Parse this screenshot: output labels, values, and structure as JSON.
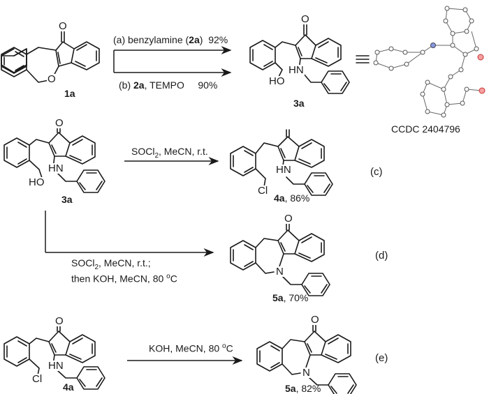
{
  "scheme": {
    "compounds": {
      "c1a": {
        "label": "1a"
      },
      "c3a_top": {
        "label": "3a"
      },
      "c3a_mid": {
        "label": "3a"
      },
      "c4a_c": {
        "label": "4a",
        "yield": ", 86%"
      },
      "c5a_d": {
        "label": "5a",
        "yield": ", 70%"
      },
      "c4a_e": {
        "label": "4a"
      },
      "c5a_e": {
        "label": "5a",
        "yield": ", 82%"
      }
    },
    "atoms": {
      "O": "O",
      "HN": "HN",
      "HO": "HO",
      "Cl": "Cl",
      "N": "N"
    },
    "reaction_a": {
      "prefix": "(a) benzylamine (",
      "reagent": "2a",
      "suffix": ")",
      "yield": "92%"
    },
    "reaction_b": {
      "prefix": "(b) ",
      "reagent": "2a",
      "suffix": ", TEMPO",
      "yield": "90%"
    },
    "equivalence_symbol": "≡",
    "crystal": {
      "caption": "CCDC 2404796"
    },
    "reaction_c": {
      "conditions": "SOCl",
      "sub": "2",
      "rest": ", MeCN, r.t.",
      "tag": "(c)"
    },
    "reaction_d": {
      "line1": "SOCl",
      "sub": "2",
      "line1_rest": ", MeCN, r.t.;",
      "line2": "then KOH, MeCN, 80 ",
      "deg": "o",
      "unit": "C",
      "tag": "(d)"
    },
    "reaction_e": {
      "conditions": "KOH, MeCN, 80 ",
      "deg": "o",
      "unit": "C",
      "tag": "(e)"
    }
  }
}
